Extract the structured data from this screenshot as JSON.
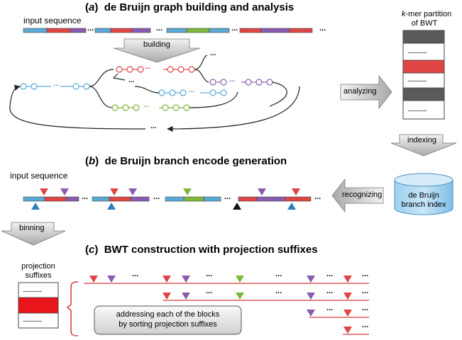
{
  "sections": {
    "a": {
      "letter": "a",
      "title": "de Bruijn graph building and analysis"
    },
    "b": {
      "letter": "b",
      "title": "de Bruijn branch encode generation"
    },
    "c": {
      "letter": "c",
      "title": "BWT construction with projection suffixes"
    }
  },
  "labels": {
    "input_sequence_a": "input sequence",
    "input_sequence_b": "input sequence",
    "building": "building",
    "analyzing": "analyzing",
    "indexing": "indexing",
    "recognizing": "recognizing",
    "binning": "binning",
    "kmer_k": "k",
    "kmer_rest": "-mer partition",
    "kmer_line2": "of BWT",
    "branch_index_line1": "de Bruijn",
    "branch_index_line2": "branch index",
    "projection_line1": "projection",
    "projection_line2": "suffixes",
    "addressing_line1": "addressing each of the blocks",
    "addressing_line2": "by sorting projection suffixes",
    "ellipsis": "...",
    "dots": "..............."
  },
  "colors": {
    "blue": "#5aa9d6",
    "red": "#e04545",
    "purple": "#8a5bb0",
    "green": "#7db83a",
    "gray_block": "#5a5a5a",
    "black_tri": "#111111",
    "red_line": "#d43a3a"
  }
}
